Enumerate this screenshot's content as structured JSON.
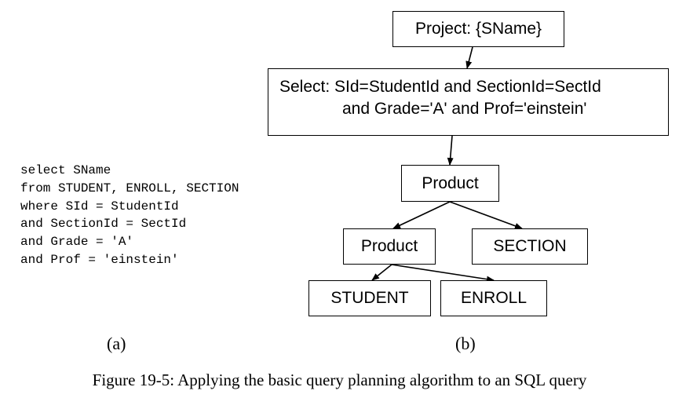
{
  "sql_query": {
    "lines": [
      "select SName",
      "from STUDENT, ENROLL, SECTION",
      "where SId = StudentId",
      "and SectionId = SectId",
      "and Grade = 'A'",
      "and Prof = 'einstein'"
    ]
  },
  "query_tree": {
    "project": "Project:  {SName}",
    "select_line1": "Select: SId=StudentId and SectionId=SectId",
    "select_line2": "and Grade='A' and Prof='einstein'",
    "product_top": "Product",
    "product_inner": "Product",
    "section": "SECTION",
    "student": "STUDENT",
    "enroll": "ENROLL"
  },
  "labels": {
    "a": "(a)",
    "b": "(b)"
  },
  "caption": "Figure 19-5:   Applying the basic query planning algorithm to an SQL query"
}
